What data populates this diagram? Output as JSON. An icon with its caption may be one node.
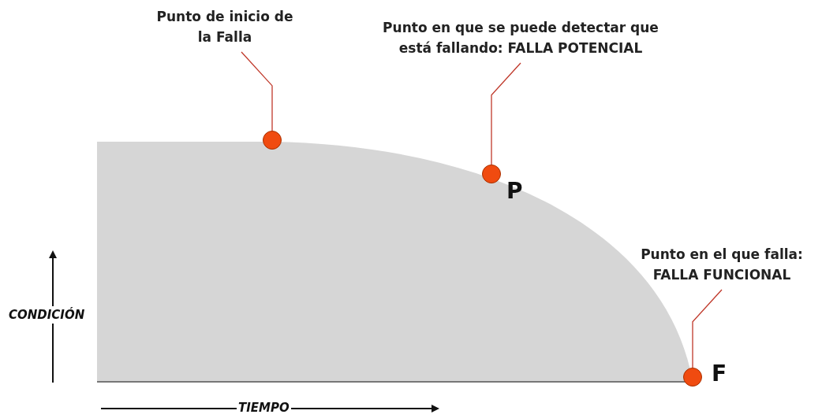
{
  "diagram": {
    "nodes": [
      {
        "text": [
          "Punto de inicio de la Falla"
        ]
      },
      {
        "text": [],
        "shape": "circle"
      },
      {
        "text": [
          "Punto en que se puede detectar que está fallando: FALLA POTENCIAL"
        ]
      },
      {
        "text": [],
        "shape": "circle",
        "beside": [
          "P"
        ]
      },
      {
        "text": [
          "Punto en el que falla: FALLA FUNCIONAL"
        ]
      },
      {
        "text": [],
        "shape": "circle",
        "beside": [
          "F"
        ]
      }
    ],
    "edges": [
      {
        "from": 0,
        "to": 1,
        "arrow": "none"
      },
      {
        "from": 2,
        "to": 3,
        "arrow": "none"
      },
      {
        "from": 4,
        "to": 5,
        "arrow": "none"
      }
    ],
    "labels": [
      "CONDICIÓN",
      "TIEMPO"
    ]
  }
}
